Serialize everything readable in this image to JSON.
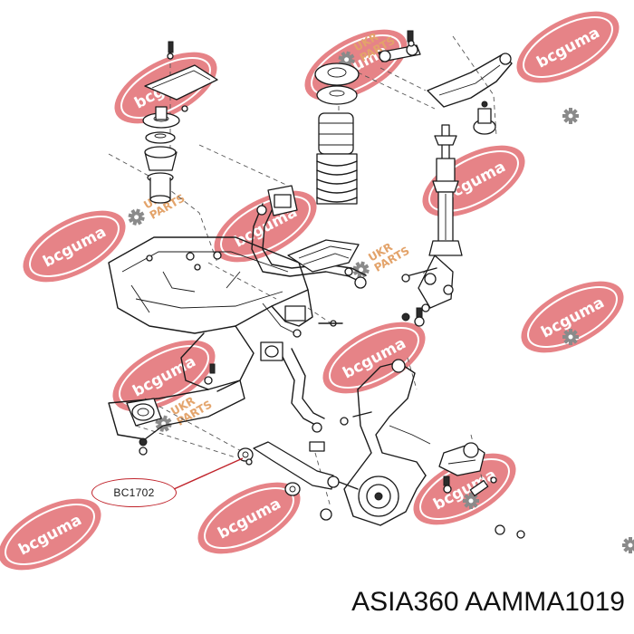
{
  "callout": {
    "part_number": "BC1702"
  },
  "caption": {
    "text": "ASIA360 AAMMA1019"
  },
  "watermarks": {
    "brand_text": "bcguma",
    "brand_color": "#c0232b",
    "ukr_line1": "UKR",
    "ukr_line2": "PARTS",
    "ukr_text_color": "#e3a36a",
    "gear_icon": "gear-icon"
  }
}
